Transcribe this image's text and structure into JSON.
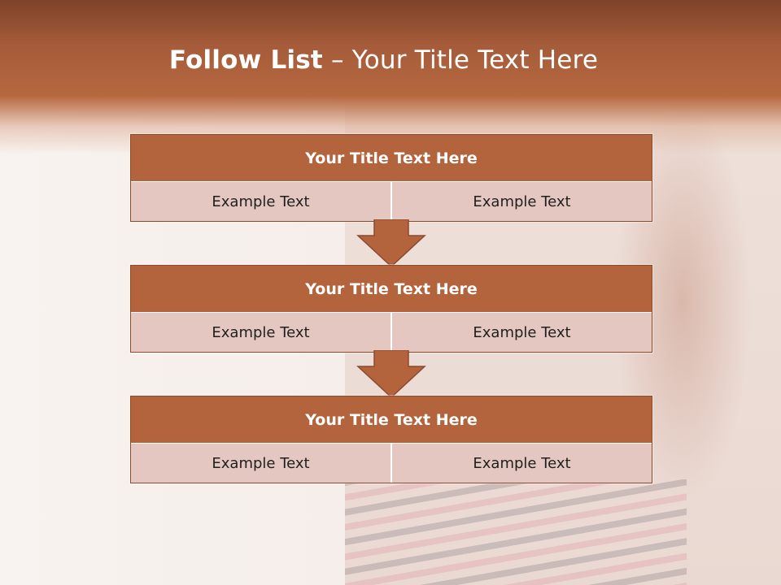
{
  "slide": {
    "title_bold": "Follow List",
    "title_rest": " – Your Title Text Here"
  },
  "steps": [
    {
      "title": "Your Title Text Here",
      "left": "Example Text",
      "right": "Example Text"
    },
    {
      "title": "Your Title Text Here",
      "left": "Example Text",
      "right": "Example Text"
    },
    {
      "title": "Your Title Text Here",
      "left": "Example Text",
      "right": "Example Text"
    }
  ],
  "colors": {
    "header": "#b6683f",
    "block_title": "#b4643d",
    "cell": "#e4c7c0",
    "arrow": "#b4643d"
  }
}
